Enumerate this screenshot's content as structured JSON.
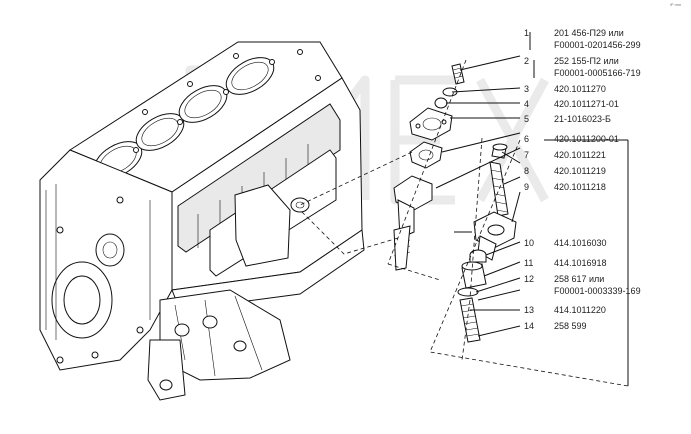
{
  "corner_mark": "iP mm",
  "callouts": [
    {
      "num": "1",
      "lines": [
        "201 456-П29 или",
        "F00001-0201456-299"
      ]
    },
    {
      "num": "2",
      "lines": [
        "252 155-П2 или",
        "F00001-0005166-719"
      ]
    },
    {
      "num": "3",
      "lines": [
        "420.1011270"
      ]
    },
    {
      "num": "4",
      "lines": [
        "420.1011271-01"
      ]
    },
    {
      "num": "5",
      "lines": [
        "21-1016023-Б"
      ]
    },
    {
      "num": "6",
      "lines": [
        "420.1011200-01"
      ]
    },
    {
      "num": "7",
      "lines": [
        "420.1011221"
      ]
    },
    {
      "num": "8",
      "lines": [
        "420.1011219"
      ]
    },
    {
      "num": "9",
      "lines": [
        "420.1011218"
      ]
    },
    {
      "num": "10",
      "lines": [
        "414.1016030"
      ]
    },
    {
      "num": "11",
      "lines": [
        "414.1016918"
      ]
    },
    {
      "num": "12",
      "lines": [
        "258 617 или",
        "F00001-0003339-169"
      ]
    },
    {
      "num": "13",
      "lines": [
        "414.1011220"
      ]
    },
    {
      "num": "14",
      "lines": [
        "258 599"
      ]
    }
  ]
}
